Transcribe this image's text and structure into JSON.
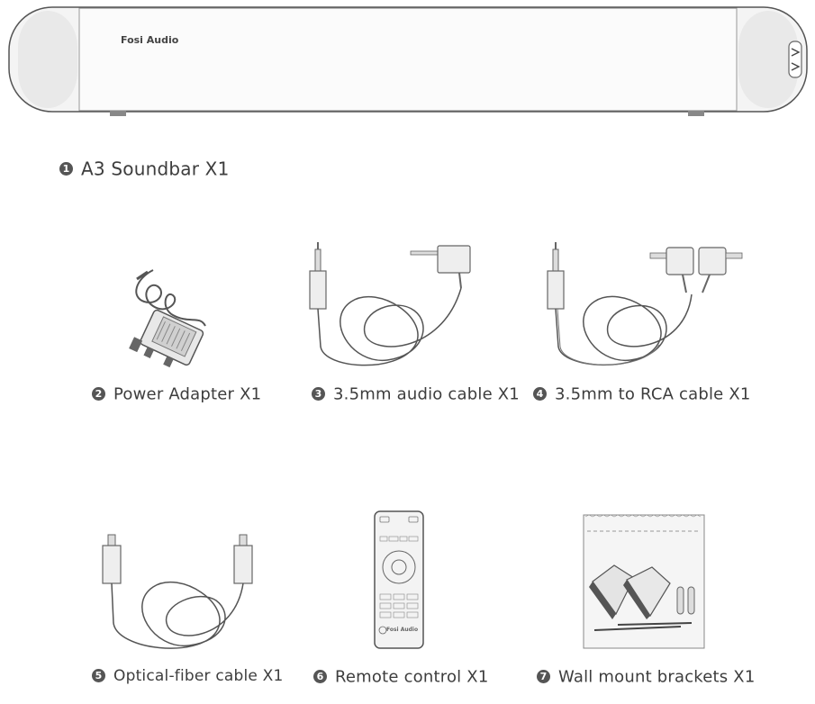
{
  "soundbar": {
    "brand": "Fosi Audio"
  },
  "remote": {
    "brand": "Fosi Audio"
  },
  "items": [
    {
      "number": "1",
      "label": "A3 Soundbar  X1"
    },
    {
      "number": "2",
      "label": "Power Adapter X1"
    },
    {
      "number": "3",
      "label": "3.5mm audio cable  X1"
    },
    {
      "number": "4",
      "label": "3.5mm to RCA cable  X1"
    },
    {
      "number": "5",
      "label": "Optical-fiber cable  X1"
    },
    {
      "number": "6",
      "label": "Remote control  X1"
    },
    {
      "number": "7",
      "label": "Wall mount brackets  X1"
    }
  ]
}
